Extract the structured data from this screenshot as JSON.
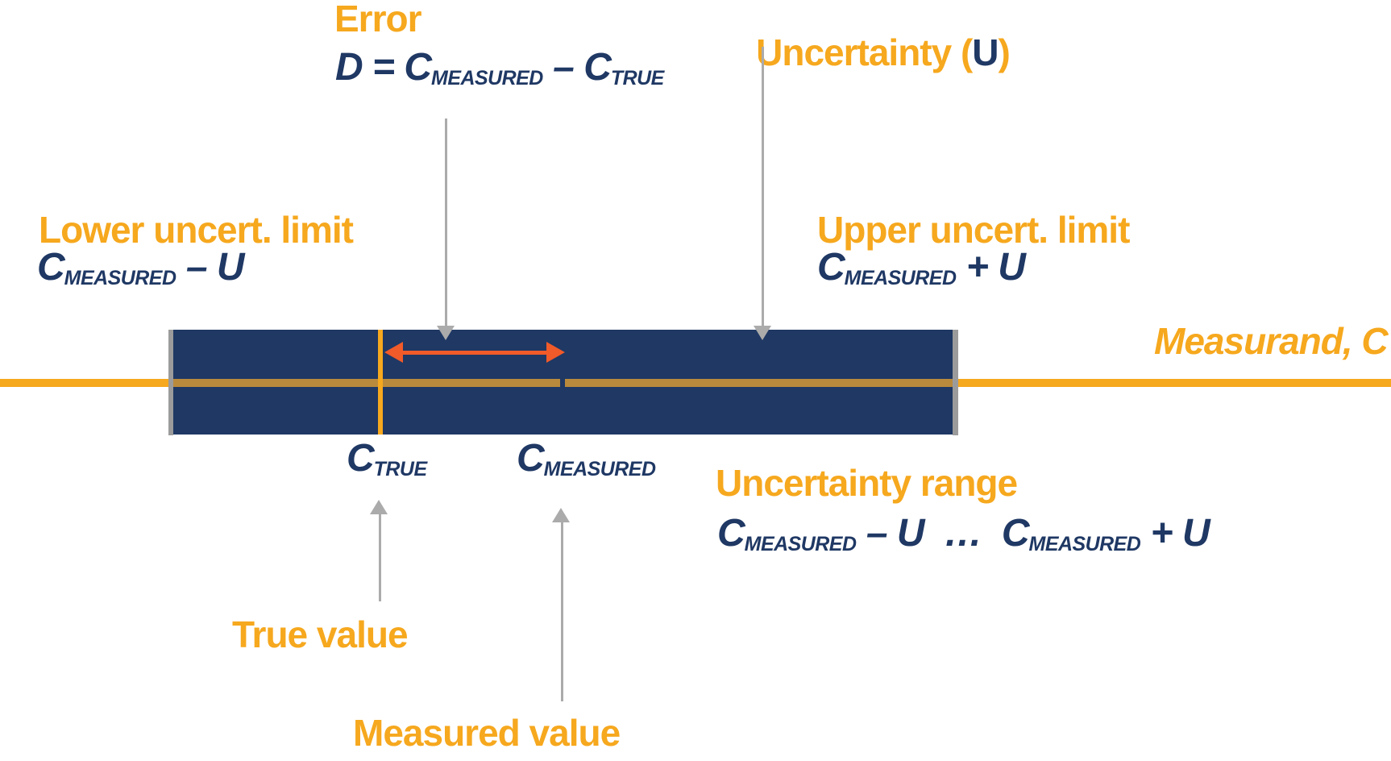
{
  "colors": {
    "orange": "#F6A81E",
    "navy": "#1F3864",
    "arrow_orange": "#F15A29",
    "gray": "#ABABAB",
    "edge_gray": "#9B9B9B",
    "tan": "#B98A3C"
  },
  "labels": {
    "error_title": "Error",
    "uncertainty_title_prefix": "Uncertainty (",
    "uncertainty_title_u": "U",
    "uncertainty_title_suffix": ")",
    "lower_limit_title": "Lower uncert. limit",
    "upper_limit_title": "Upper uncert. limit",
    "measurand": "Measurand, C",
    "uncertainty_range_title": "Uncertainty range",
    "true_value": "True value",
    "measured_value": "Measured value"
  },
  "formulas": {
    "error": [
      {
        "t": "D = C"
      },
      {
        "s": "MEASURED"
      },
      {
        "t": " – C"
      },
      {
        "s": "TRUE"
      }
    ],
    "lower_limit": [
      {
        "t": "C"
      },
      {
        "s": "MEASURED"
      },
      {
        "t": " – U"
      }
    ],
    "upper_limit": [
      {
        "t": "C"
      },
      {
        "s": "MEASURED"
      },
      {
        "t": " + U"
      }
    ],
    "c_true": [
      {
        "t": "C"
      },
      {
        "s": "TRUE"
      }
    ],
    "c_measured": [
      {
        "t": "C"
      },
      {
        "s": "MEASURED"
      }
    ],
    "uncertainty_range": [
      {
        "t": "C"
      },
      {
        "s": "MEASURED"
      },
      {
        "t": " – U  …  C"
      },
      {
        "s": "MEASURED"
      },
      {
        "t": " + U"
      }
    ]
  }
}
